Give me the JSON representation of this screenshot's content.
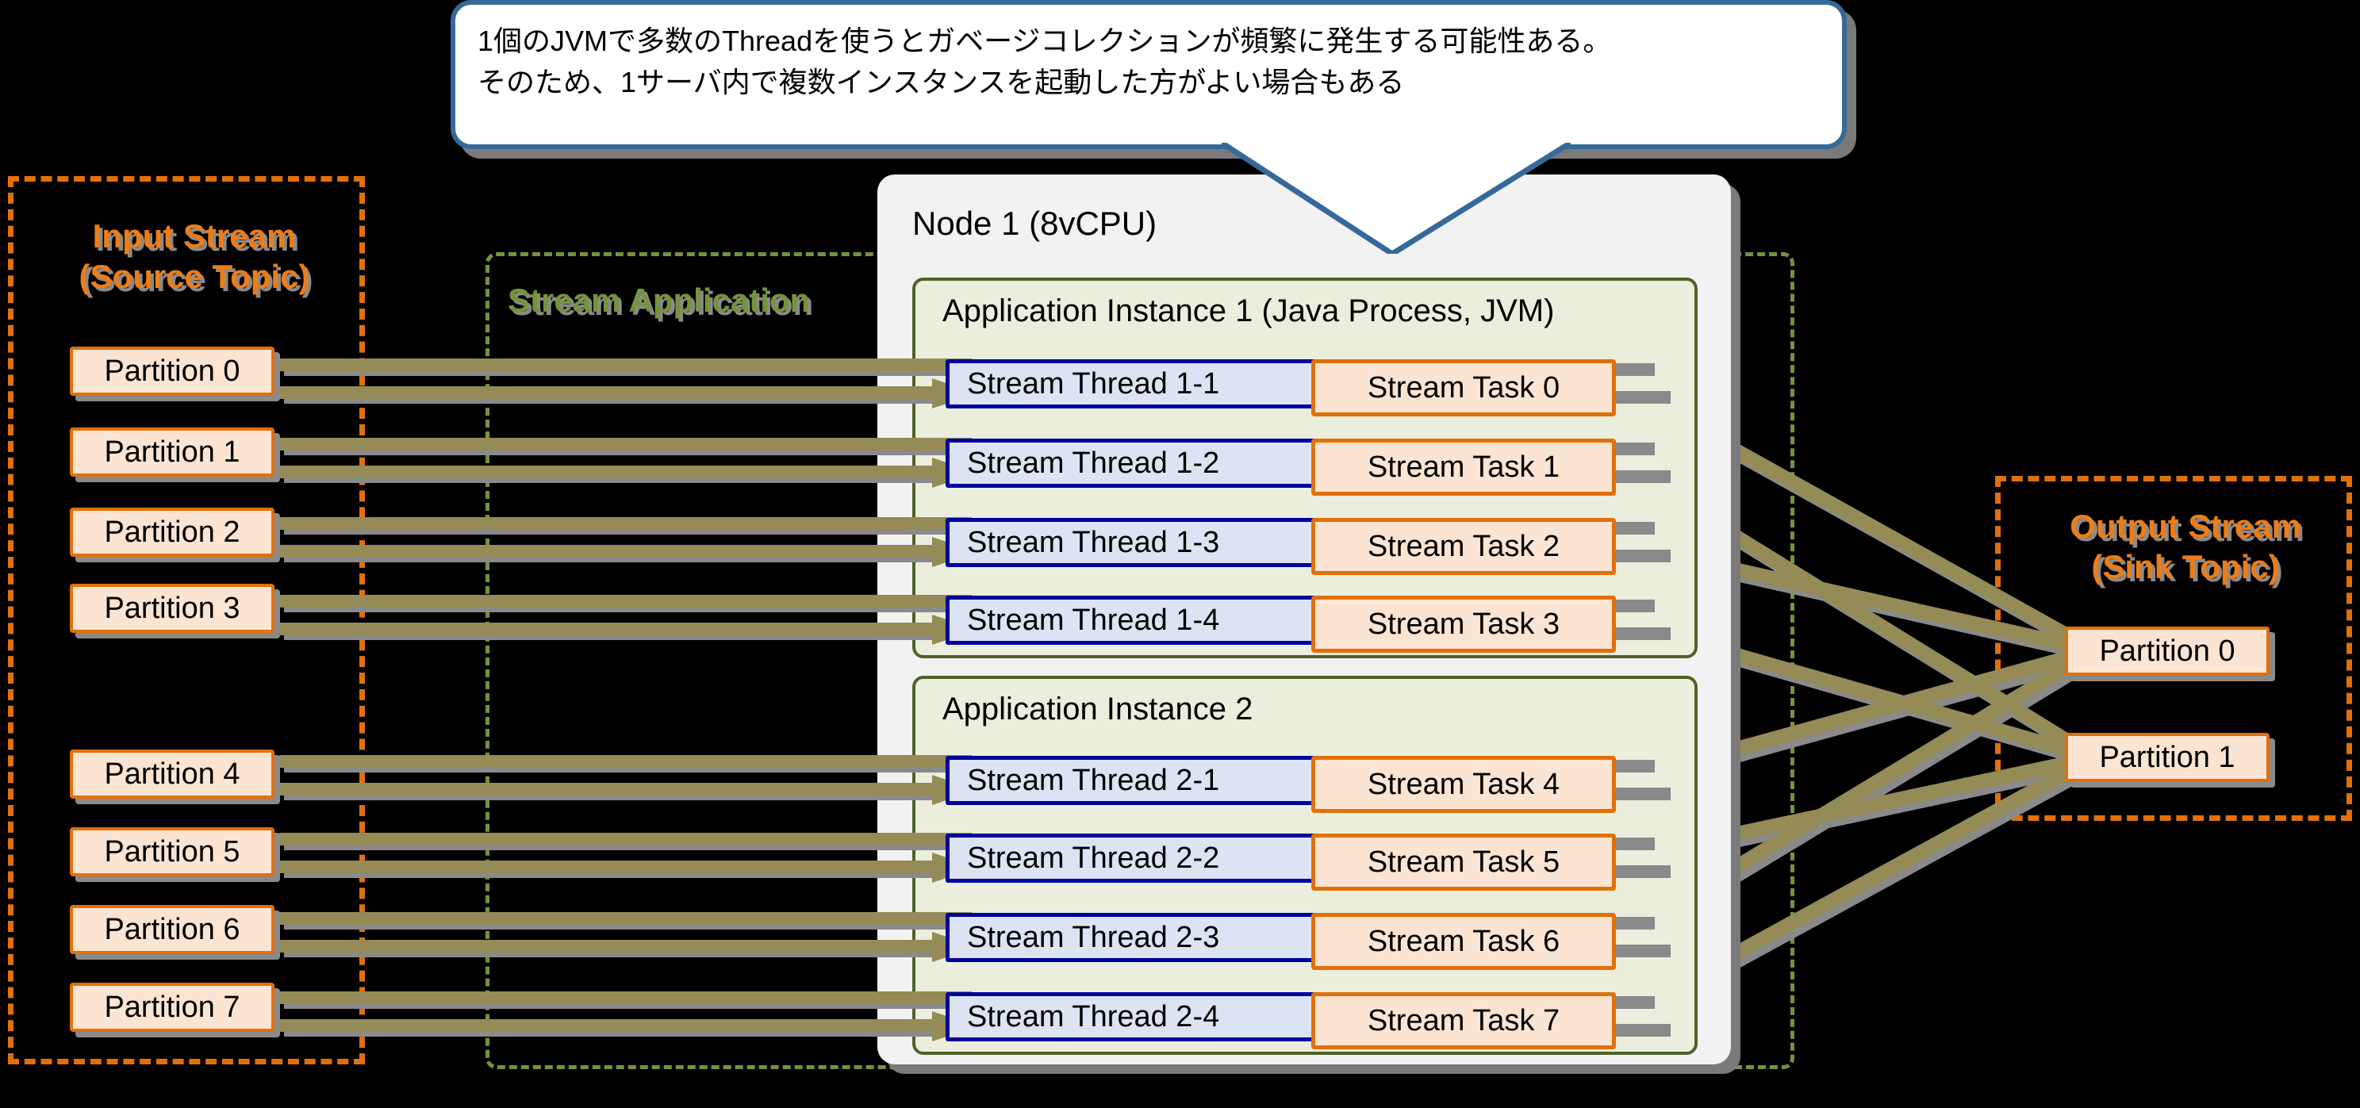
{
  "callout": {
    "lines": [
      "1個のJVMで多数のThreadを使うとガベージコレクションが頻繁に発生する可能性ある。",
      "そのため、1サーバ内で複数インスタンスを起動した方がよい場合もある"
    ],
    "border_color": "#36699b",
    "fill_color": "#ffffff"
  },
  "input_stream": {
    "title_line1": "Input Stream",
    "title_line2": "(Source Topic)",
    "accent_color": "#ed7d18",
    "partitions": [
      {
        "label": "Partition 0"
      },
      {
        "label": "Partition 1"
      },
      {
        "label": "Partition 2"
      },
      {
        "label": "Partition 3"
      },
      {
        "label": "Partition 4"
      },
      {
        "label": "Partition 5"
      },
      {
        "label": "Partition 6"
      },
      {
        "label": "Partition 7"
      }
    ]
  },
  "stream_application": {
    "title": "Stream Application",
    "accent_color": "#76933c"
  },
  "node": {
    "title": "Node 1 (8vCPU)",
    "fill_color": "#f2f2f2"
  },
  "instances": [
    {
      "title": "Application Instance 1 (Java Process, JVM)",
      "threads": [
        {
          "thread": "Stream Thread 1-1",
          "task": "Stream Task 0"
        },
        {
          "thread": "Stream Thread 1-2",
          "task": "Stream Task 1"
        },
        {
          "thread": "Stream Thread 1-3",
          "task": "Stream Task 2"
        },
        {
          "thread": "Stream Thread 1-4",
          "task": "Stream Task 3"
        }
      ]
    },
    {
      "title": "Application Instance 2",
      "threads": [
        {
          "thread": "Stream Thread 2-1",
          "task": "Stream Task 4"
        },
        {
          "thread": "Stream Thread 2-2",
          "task": "Stream Task 5"
        },
        {
          "thread": "Stream Thread 2-3",
          "task": "Stream Task 6"
        },
        {
          "thread": "Stream Thread 2-4",
          "task": "Stream Task 7"
        }
      ]
    }
  ],
  "output_stream": {
    "title_line1": "Output Stream",
    "title_line2": "(Sink Topic)",
    "accent_color": "#ed7d18",
    "partitions": [
      {
        "label": "Partition 0"
      },
      {
        "label": "Partition 1"
      }
    ]
  },
  "colors": {
    "arrow": "#948b57",
    "shadow": "#8a8a8a",
    "thread_fill": "#dce3f2",
    "thread_border": "#00009c",
    "task_fill": "#fbe4d1",
    "task_border": "#e2700a",
    "instance_fill": "#ebeedd",
    "instance_border": "#4f6228"
  }
}
